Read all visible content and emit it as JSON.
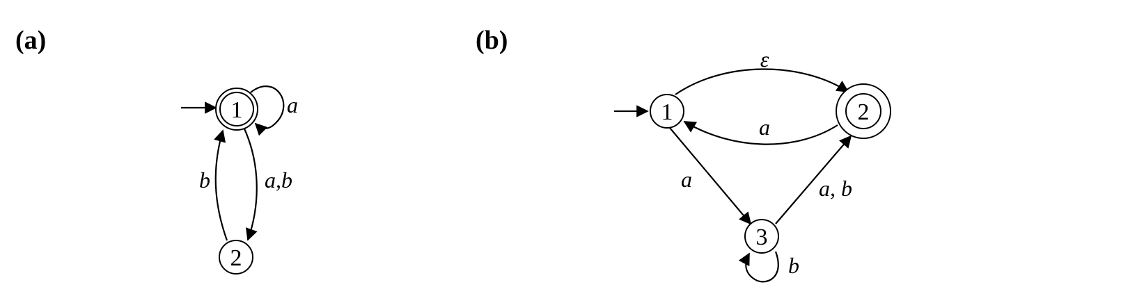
{
  "panels": [
    {
      "label": "(a)",
      "states": [
        "1",
        "2"
      ],
      "edges": {
        "self_loop": "a",
        "down": "a,b",
        "up": "b"
      }
    },
    {
      "label": "(b)",
      "states": [
        "1",
        "2",
        "3"
      ],
      "edges": {
        "top": "ε",
        "back": "a",
        "diag_down": "a",
        "diag_up": "a, b",
        "self_loop": "b"
      }
    }
  ]
}
